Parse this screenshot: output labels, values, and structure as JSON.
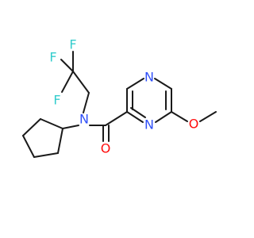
{
  "molecule": {
    "atoms": {
      "f_top": "F",
      "f_left_upper": "F",
      "f_left_lower": "F",
      "n_amide": "N",
      "n_pyrazine_top": "N",
      "n_pyrazine_bottom": "N",
      "o_carbonyl": "O",
      "o_methoxy": "O"
    }
  },
  "colors": {
    "bond": "#1a1a1a",
    "fluorine": "#33cccc",
    "nitrogen": "#3050f8",
    "oxygen": "#ff0d0d"
  }
}
